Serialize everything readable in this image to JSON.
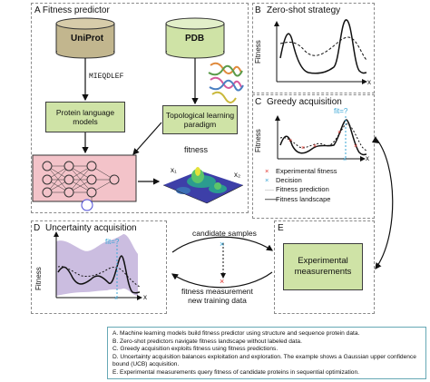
{
  "panelA": {
    "title": "A  Fitness predictor",
    "uniprot": "UniProt",
    "pdb": "PDB",
    "sequence": "MIEQDLEF",
    "plm": "Protein language models",
    "tlp": "Topological learning paradigm",
    "fitness": "fitness",
    "x1": "x₁",
    "x2": "x₂"
  },
  "panelB": {
    "title": "Zero-shot strategy",
    "ylabel": "Fitness",
    "xlabel": "x"
  },
  "panelC": {
    "title": "Greedy acquisition",
    "ylabel": "Fitness",
    "xlabel": "x",
    "query": "fit=?",
    "legend": [
      {
        "marker": "×",
        "label": "Experimental fitness"
      },
      {
        "marker": "×",
        "label": "Decision"
      },
      {
        "marker": "·····",
        "label": "Fitness prediction"
      },
      {
        "marker": "——",
        "label": "Fitness landscape"
      }
    ]
  },
  "panelD": {
    "title": "Uncertainty acquisition",
    "ylabel": "Fitness",
    "xlabel": "x",
    "query": "fit=?"
  },
  "cycle": {
    "top": "candidate samples",
    "bottom": "fitness measurement\nnew training data"
  },
  "panelE": {
    "label": "E",
    "box": "Experimental measurements"
  },
  "caption": [
    "A. Machine learning models build fitness predictor using structure and sequence protein data.",
    "B. Zero-shot predictors navigate fitness landscape without labeled data.",
    "C. Greedy acquisition exploits fitness using fitness predictions.",
    "D. Uncertainty acquisition balances exploitation and exploration. The example shows a Gaussian upper confidence",
    "bound (UCB) acquisition.",
    "E. Experimental measurements query fitness of candidate proteins in sequential optimization."
  ],
  "colors": {
    "cylinder_uniprot": "#c2b68e",
    "cylinder_pdb": "#cfe3a6",
    "box_green": "#cfe3a6",
    "decision_blue": "#3aa6d6",
    "experimental_red": "#e0322b",
    "uncertainty_band": "#b9a7d6",
    "legend_border": "#66a8b5"
  }
}
